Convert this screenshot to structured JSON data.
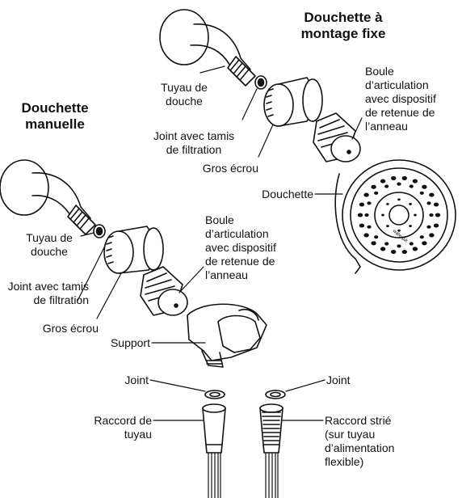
{
  "titles": {
    "fixed": [
      "Douchette à",
      "montage fixe"
    ],
    "handheld": [
      "Douchette",
      "manuelle"
    ]
  },
  "fixed_labels": {
    "arm": [
      "Tuyau de",
      "douche"
    ],
    "washer": [
      "Joint avec tamis",
      "de filtration"
    ],
    "nut": "Gros écrou",
    "ball": [
      "Boule",
      "d’articulation",
      "avec dispositif",
      "de retenue de",
      "l’anneau"
    ],
    "head": "Douchette"
  },
  "handheld_labels": {
    "arm": [
      "Tuyau de",
      "douche"
    ],
    "washer": [
      "Joint avec tamis",
      "de filtration"
    ],
    "nut": "Gros écrou",
    "ball": [
      "Boule",
      "d’articulation",
      "avec dispositif",
      "de retenue de",
      "l’anneau"
    ],
    "bracket": "Support",
    "gasket_left": "Joint",
    "gasket_right": "Joint",
    "hose_connector": [
      "Raccord de",
      "tuyau"
    ],
    "ribbed_connector": [
      "Raccord strié",
      "(sur tuyau",
      "d’alimentation",
      "flexible)"
    ]
  },
  "brand_mark": "waterpik"
}
